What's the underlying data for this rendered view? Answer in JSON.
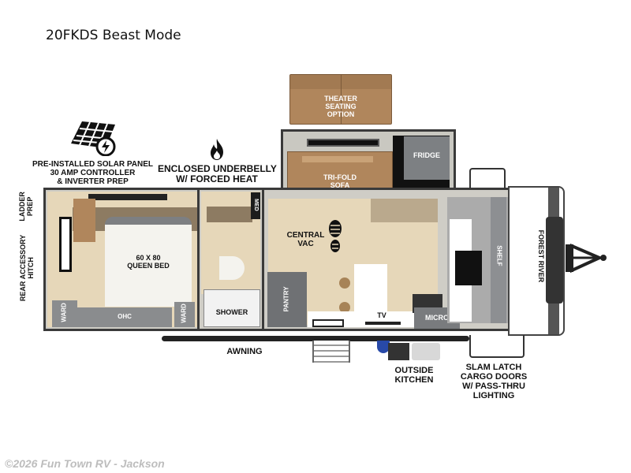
{
  "title": "20FKDS Beast Mode",
  "features": {
    "solar": {
      "icon": "solar-panel-icon",
      "lines": [
        "PRE-INSTALLED SOLAR PANEL",
        "30 AMP CONTROLLER",
        "& INVERTER PREP"
      ]
    },
    "underbelly": {
      "icon": "flame-icon",
      "lines": [
        "ENCLOSED UNDERBELLY",
        "W/ FORCED HEAT"
      ]
    },
    "theater": [
      "THEATER",
      "SEATING",
      "OPTION"
    ],
    "ladder": [
      "LADDER",
      "PREP"
    ],
    "hitch": [
      "REAR ACCESSORY",
      "HITCH"
    ],
    "awning": "AWNING",
    "outside_kitchen": [
      "OUTSIDE",
      "KITCHEN"
    ],
    "cargo": [
      "SLAM LATCH",
      "CARGO DOORS",
      "W/ PASS-THRU",
      "LIGHTING"
    ]
  },
  "rooms": {
    "bed": [
      "60 X 80",
      "QUEEN BED"
    ],
    "ward_left": "WARD",
    "ward_right": "WARD",
    "ohc": "OHC",
    "med": "MED",
    "shower": "SHOWER",
    "pantry": "PANTRY",
    "central_vac": [
      "CENTRAL",
      "VAC"
    ],
    "sofa": [
      "TRI-FOLD",
      "SOFA"
    ],
    "fridge": "FRIDGE",
    "tv": "TV",
    "micro": "MICRO",
    "shelf": "SHELF",
    "brand": "FOREST RIVER"
  },
  "colors": {
    "wall": "#3a3a3a",
    "floor": "#e6d7b9",
    "sofa": "#b0865c",
    "cabinet": "#8a8c8e",
    "footer": "#bdbdbd"
  },
  "footer": "©2026 Fun Town RV - Jackson"
}
